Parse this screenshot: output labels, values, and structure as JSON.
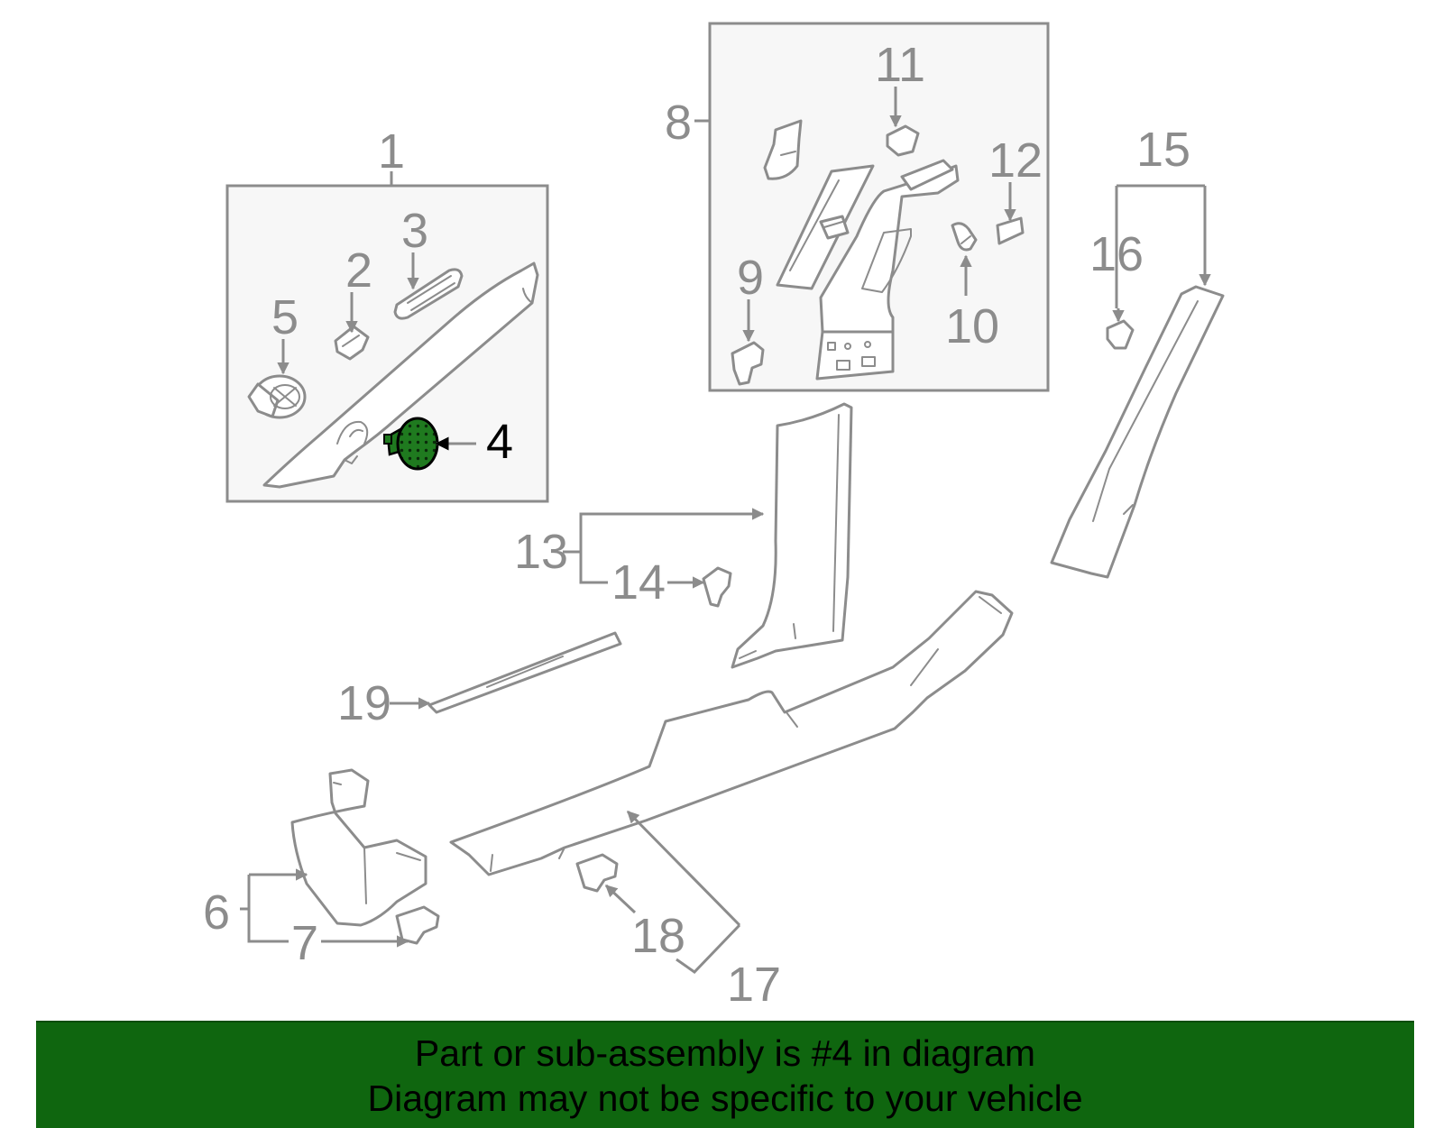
{
  "callouts": {
    "c1": "1",
    "c2": "2",
    "c3": "3",
    "c4": "4",
    "c5": "5",
    "c6": "6",
    "c7": "7",
    "c8": "8",
    "c9": "9",
    "c10": "10",
    "c11": "11",
    "c12": "12",
    "c13": "13",
    "c14": "14",
    "c15": "15",
    "c16": "16",
    "c17": "17",
    "c18": "18",
    "c19": "19"
  },
  "highlight": {
    "part": "4",
    "color": "#1f7a1f"
  },
  "colors": {
    "line": "#8c8c8c",
    "box_fill": "#f7f7f7",
    "banner_bg": "#0f660f",
    "banner_text": "#000000"
  },
  "banner": {
    "line1": "Part or sub-assembly is #4 in diagram",
    "line2": "Diagram may not be specific to your vehicle"
  }
}
